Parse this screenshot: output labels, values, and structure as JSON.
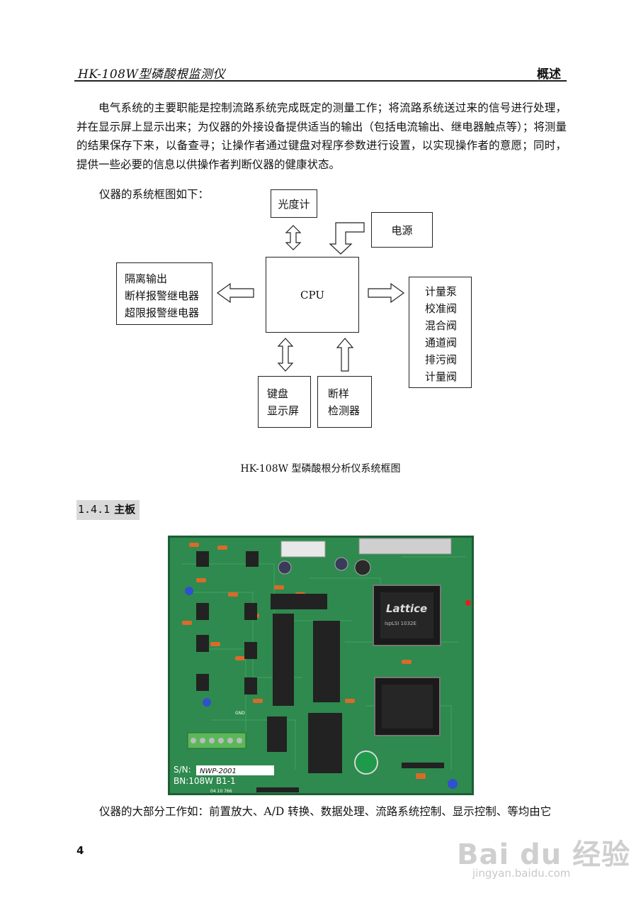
{
  "header": {
    "title": "HK-108W型磷酸根监测仪",
    "section": "概述"
  },
  "paragraph": "电气系统的主要职能是控制流路系统完成既定的测量工作；将流路系统送过来的信号进行处理，并在显示屏上显示出来；为仪器的外接设备提供适当的输出（包括电流输出、继电器触点等）；将测量的结果保存下来，以备查寻；让操作者通过键盘对程序参数进行设置，以实现操作者的意愿；同时，提供一些必要的信息以供操作者判断仪器的健康状态。",
  "intro": "仪器的系统框图如下：",
  "diagram": {
    "photometer": "光度计",
    "power": "电源",
    "cpu": "CPU",
    "outputs": [
      "隔离输出",
      "断样报警继电器",
      "超限报警继电器"
    ],
    "actuators": [
      "计量泵",
      "校准阀",
      "混合阀",
      "通道阀",
      "排污阀",
      "计量阀"
    ],
    "keyboard": [
      "键盘",
      "显示屏"
    ],
    "sample_detector": [
      "断样",
      "检测器"
    ]
  },
  "caption": "HK-108W 型磷酸根分析仪系统框图",
  "section": {
    "number": "1.4.1",
    "title": "主板"
  },
  "board_labels": {
    "sn_label": "S/N:",
    "sn_value": "NWP-2001",
    "bn": "BN:108W B1-1",
    "date": "04 10 766",
    "chip1": "Lattice",
    "chip1_sub": "ispLSI 1032E",
    "gnd": "GND"
  },
  "bottom_text": "仪器的大部分工作如：前置放大、A/D 转换、数据处理、流路系统控制、显示控制、等均由它",
  "page_number": "4",
  "watermark": {
    "brand": "Bai du 经验",
    "url": "jingyan.baidu.com"
  }
}
